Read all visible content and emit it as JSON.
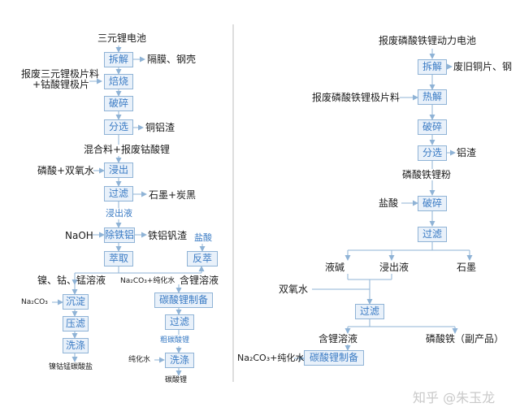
{
  "left": {
    "input": "三元锂电池",
    "steps": {
      "dismantle": "拆解",
      "roast": "焙烧",
      "crush": "破碎",
      "sort": "分选",
      "leach": "浸出",
      "filter": "过滤",
      "remove_fe_al": "除铁铝",
      "extract": "萃取",
      "back_extract": "反萃",
      "precipitate": "沉淀",
      "press_filter": "压滤",
      "wash": "洗涤",
      "li2co3_prep": "碳酸锂制备",
      "filter2": "过滤",
      "wash2": "洗涤"
    },
    "labels": {
      "separator_steel": "隔膜、钢壳",
      "scrap_ternary": "报废三元锂极片料",
      "plus_licoo2": "+钴酸锂极片",
      "cu_al_slag": "铜铝渣",
      "mixture": "混合料+报废钴酸锂",
      "acid_h2o2": "磷酸+双氧水",
      "graphite_carbon": "石墨+炭黑",
      "leachate": "浸出液",
      "naoh": "NaOH",
      "fe_al_v_slag": "铁铝钒渣",
      "hcl": "盐酸",
      "ni_co_mn_solution": "镍、钴、锰溶液",
      "na2co3_pure": "Na₂CO₃+纯化水",
      "li_solution": "含锂溶液",
      "na2co3": "Na₂CO₃",
      "crude_li2co3": "粗碳酸锂",
      "pure_water": "纯化水",
      "ni_co_mn_carbonate": "镍钴锰碳酸盐",
      "li2co3": "碳酸锂"
    }
  },
  "right": {
    "input": "报废磷酸铁锂动力电池",
    "steps": {
      "dismantle": "拆解",
      "pyrolysis": "热解",
      "crush": "破碎",
      "sort": "分选",
      "crush2": "破碎",
      "filter": "过滤",
      "filter2": "过滤",
      "li2co3_prep": "碳酸锂制备"
    },
    "labels": {
      "waste_cu_steel": "废旧铜片、钢",
      "scrap_lfp": "报废磷酸铁锂极片料",
      "al_slag": "铝渣",
      "lfp_powder": "磷酸铁锂粉",
      "hcl": "盐酸",
      "alkali_liquid": "液碱",
      "leachate": "浸出液",
      "graphite": "石墨",
      "h2o2": "双氧水",
      "li_solution": "含锂溶液",
      "fepo4_byproduct": "磷酸铁（副产品）",
      "na2co3_pure": "Na₂CO₃+纯化水"
    }
  },
  "watermark": "知乎 @朱玉龙"
}
